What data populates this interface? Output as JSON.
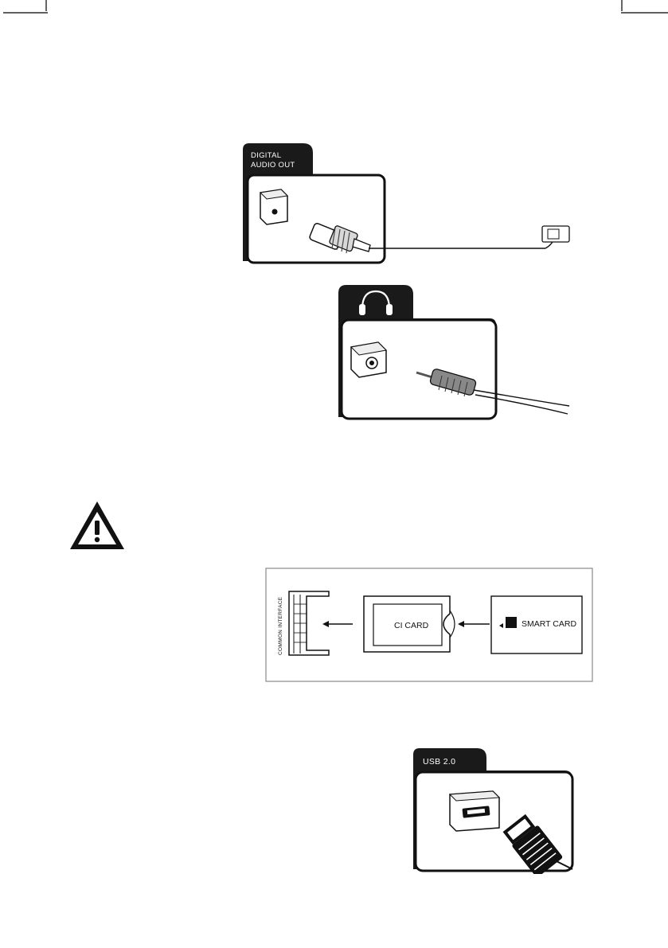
{
  "page": {
    "crop_marks": true
  },
  "digital_audio_out": {
    "tab_line1": "DIGITAL",
    "tab_line2": "AUDIO OUT"
  },
  "headphone": {
    "tab_icon": "headphones-icon"
  },
  "warning": {
    "icon": "warning-triangle-icon"
  },
  "ci_panel": {
    "slot_label": "COMMON INTERFACE",
    "ci_card_label": "CI CARD",
    "smart_card_label": "SMART CARD"
  },
  "usb": {
    "tab_label": "USB 2.0"
  }
}
